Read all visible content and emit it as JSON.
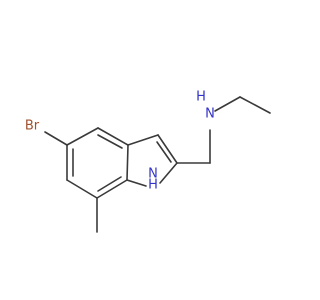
{
  "molecule": {
    "atoms": {
      "bromine": "Br",
      "amine_n": "N",
      "amine_h": "H",
      "indole_n": "N",
      "indole_h": "H"
    },
    "colors": {
      "bond": "#3a3a3a",
      "bromine": "#a0522d",
      "nitrogen": "#3333cc"
    }
  }
}
